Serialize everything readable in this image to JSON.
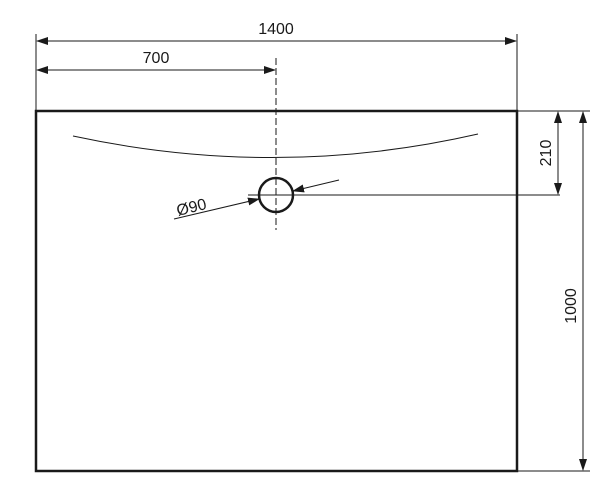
{
  "diagram": {
    "width_label": "1400",
    "half_width_label": "700",
    "drain_offset_label": "210",
    "depth_label": "1000",
    "drain_diameter_label": "Ø90"
  },
  "colors": {
    "line": "#1a1a1a",
    "background": "#ffffff"
  }
}
